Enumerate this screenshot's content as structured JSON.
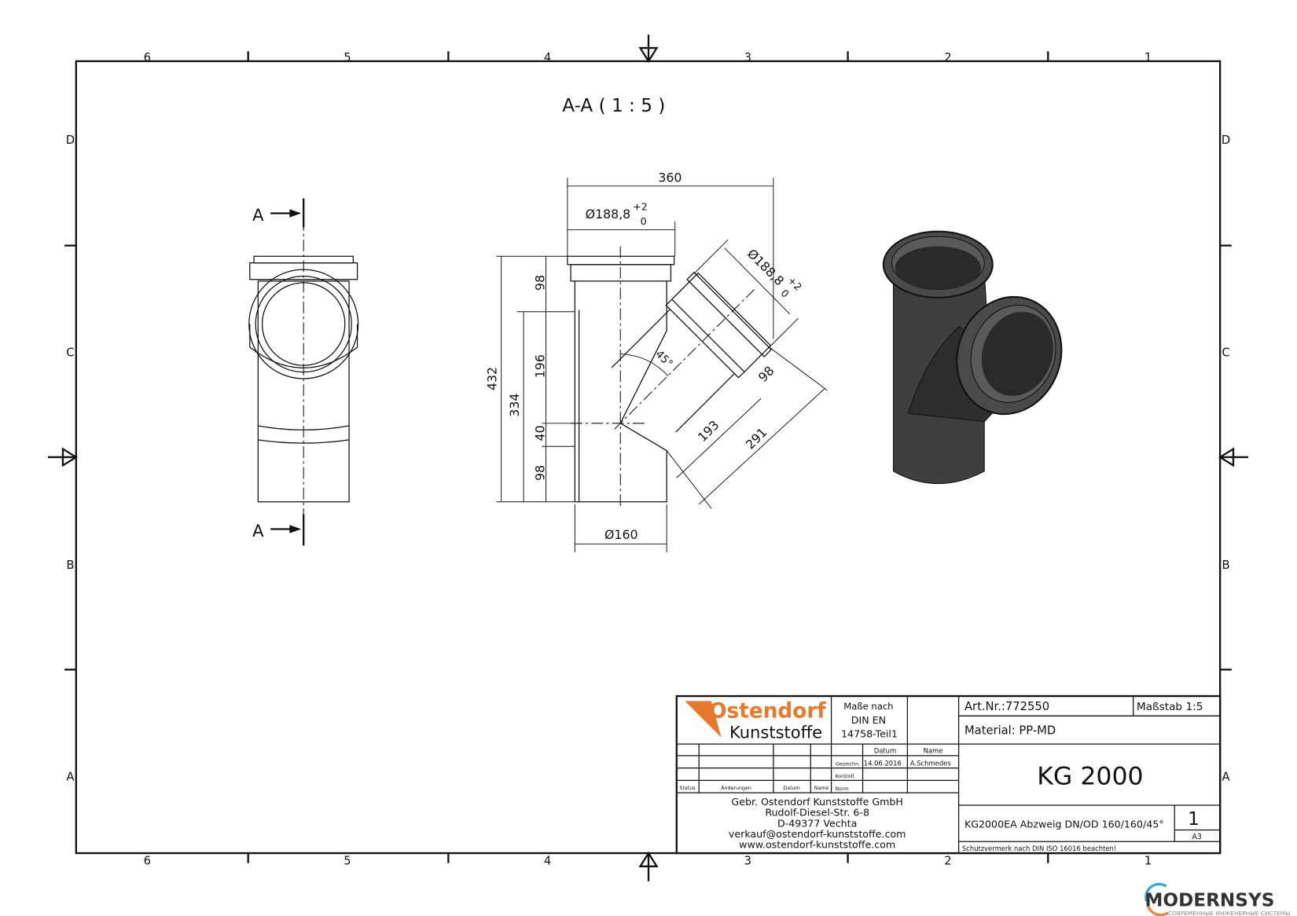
{
  "sheet": {
    "col_labels": [
      "6",
      "5",
      "4",
      "3",
      "2",
      "1"
    ],
    "row_labels": [
      "D",
      "C",
      "B",
      "A"
    ]
  },
  "view": {
    "section_title": "A-A ( 1 : 5 )",
    "section_marker": "A"
  },
  "dimensions": {
    "width_total": "360",
    "socket_dia": "Ø188,8",
    "tol_plus": "+2",
    "tol_zero": "0",
    "h_98_top": "98",
    "h_196": "196",
    "h_40": "40",
    "h_98_bottom": "98",
    "h_432": "432",
    "h_334": "334",
    "angle": "45°",
    "branch_98": "98",
    "branch_193": "193",
    "branch_291": "291",
    "pipe_dia": "Ø160"
  },
  "title_block": {
    "logo_line1": "Ostendorf",
    "logo_line2": "Kunststoffe",
    "standard_line1": "Maße nach",
    "standard_line2": "DIN EN",
    "standard_line3": "14758-Teil1",
    "hdr_datum": "Datum",
    "hdr_name": "Name",
    "lbl_gezeichn": "Gezeichn.",
    "lbl_kontroll": "Kontroll.",
    "lbl_norm": "Norm",
    "drawn_date": "14.06.2016",
    "drawn_by": "A.Schmedes",
    "rev_status": "Status",
    "rev_changes": "Änderungen",
    "rev_date": "Datum",
    "rev_name": "Name",
    "company": [
      "Gebr. Ostendorf Kunststoffe GmbH",
      "Rudolf-Diesel-Str. 6-8",
      "D-49377 Vechta",
      "verkauf@ostendorf-kunststoffe.com",
      "www.ostendorf-kunststoffe.com"
    ],
    "art_nr": "Art.Nr.:772550",
    "scale": "Maßstab 1:5",
    "material": "Material: PP-MD",
    "product": "KG 2000",
    "description": "KG2000EA Abzweig DN/OD 160/160/45°",
    "sheet_no": "1",
    "format": "A3",
    "protection_note": "Schutzvermerk nach DIN ISO 16016 beachten!"
  },
  "watermark": {
    "brand": "MODERNSYS",
    "tagline": "СОВРЕМЕННЫЕ ИНЖЕНЕРНЫЕ СИСТЕМЫ"
  },
  "colors": {
    "logo_orange": "#e8792b",
    "render_dark": "#3a3a3a",
    "watermark_blue": "#2aa6df",
    "watermark_orange": "#ef7d3c"
  }
}
